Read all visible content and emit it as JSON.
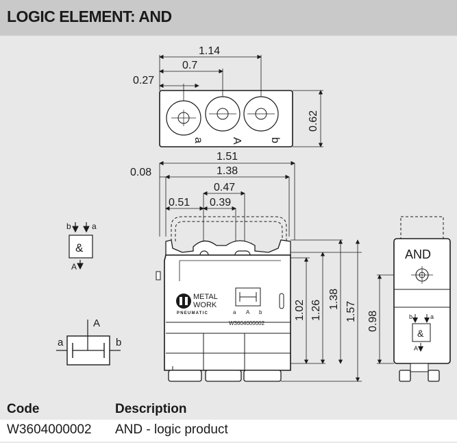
{
  "title": "LOGIC ELEMENT: AND",
  "dimensions": {
    "top_width": "1.14",
    "top_mid": "0.7",
    "top_small": "0.27",
    "top_height": "0.62",
    "front_total": "1.51",
    "front_offset": "0.08",
    "front_inner": "1.38",
    "front_pitch": "0.47",
    "front_left": "0.51",
    "front_center": "0.39",
    "front_h1": "1.02",
    "front_h2": "1.26",
    "front_h3": "1.38",
    "front_h4": "1.57",
    "side_h": "0.98"
  },
  "port_labels": {
    "a": "a",
    "A": "A",
    "b": "b"
  },
  "symbol": {
    "and_glyph": "&"
  },
  "side_label": "AND",
  "body_marking": {
    "brand_line1": "METAL",
    "brand_line2": "WORK",
    "brand_sub": "PNEUMATIC",
    "part_code": "W3604000002"
  },
  "table": {
    "headers": [
      "Code",
      "Description"
    ],
    "rows": [
      {
        "code": "W3604000002",
        "description": "AND - logic product"
      }
    ]
  }
}
